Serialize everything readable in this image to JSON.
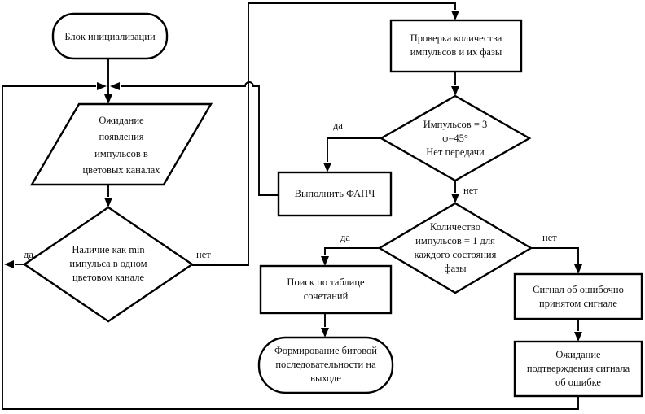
{
  "diagram": {
    "type": "flowchart",
    "language": "ru",
    "colors": {
      "stroke": "#000000",
      "background": "#ffffff",
      "text": "#111111"
    },
    "nodes": {
      "init": {
        "shape": "terminator",
        "label": "Блок инициализации"
      },
      "wait_pulses": {
        "shape": "parallelogram",
        "label": "Ожидание\nпоявления\nимпульсов в\nцветовых каналах"
      },
      "one_channel": {
        "shape": "decision",
        "label": "Наличие как min\nимпульса в одном\nцветовом канале"
      },
      "check_count": {
        "shape": "process",
        "label": "Проверка количества\nимпульсов и их фазы"
      },
      "pulses_3": {
        "shape": "decision",
        "label": "Импульсов = 3\nφ=45°\nНет передачи"
      },
      "run_pll": {
        "shape": "process",
        "label": "Выполнить ФАПЧ"
      },
      "count_1": {
        "shape": "decision",
        "label": "Количество\nимпульсов = 1 для\nкаждого состояния\nфазы"
      },
      "table_lookup": {
        "shape": "process",
        "label": "Поиск по таблице\nсочетаний"
      },
      "form_bits": {
        "shape": "terminator",
        "label": "Формирование битовой\nпоследовательности на\nвыходе"
      },
      "error_signal": {
        "shape": "process",
        "label": "Сигнал об ошибочно\nпринятом сигнале"
      },
      "wait_ack": {
        "shape": "process",
        "label": "Ожидание\nподтверждения сигнала\nоб ошибке"
      }
    },
    "edge_labels": {
      "one_channel_yes": "да",
      "one_channel_no": "нет",
      "pulses3_yes": "да",
      "pulses3_no": "нет",
      "count1_yes": "да",
      "count1_no": "нет"
    },
    "edges": [
      {
        "from": "init",
        "to": "wait_pulses",
        "label": ""
      },
      {
        "from": "wait_pulses",
        "to": "one_channel",
        "label": ""
      },
      {
        "from": "one_channel",
        "to": "wait_pulses",
        "label": "да",
        "route": "left return bus"
      },
      {
        "from": "one_channel",
        "to": "check_count",
        "label": "нет",
        "route": "up and across top"
      },
      {
        "from": "check_count",
        "to": "pulses_3",
        "label": ""
      },
      {
        "from": "pulses_3",
        "to": "run_pll",
        "label": "да"
      },
      {
        "from": "run_pll",
        "to": "wait_pulses",
        "label": "",
        "route": "left with line hop"
      },
      {
        "from": "pulses_3",
        "to": "count_1",
        "label": "нет"
      },
      {
        "from": "count_1",
        "to": "table_lookup",
        "label": "да"
      },
      {
        "from": "count_1",
        "to": "error_signal",
        "label": "нет"
      },
      {
        "from": "table_lookup",
        "to": "form_bits",
        "label": ""
      },
      {
        "from": "error_signal",
        "to": "wait_ack",
        "label": ""
      },
      {
        "from": "wait_ack",
        "to": "wait_pulses",
        "label": "",
        "route": "bottom and left return bus"
      }
    ]
  }
}
